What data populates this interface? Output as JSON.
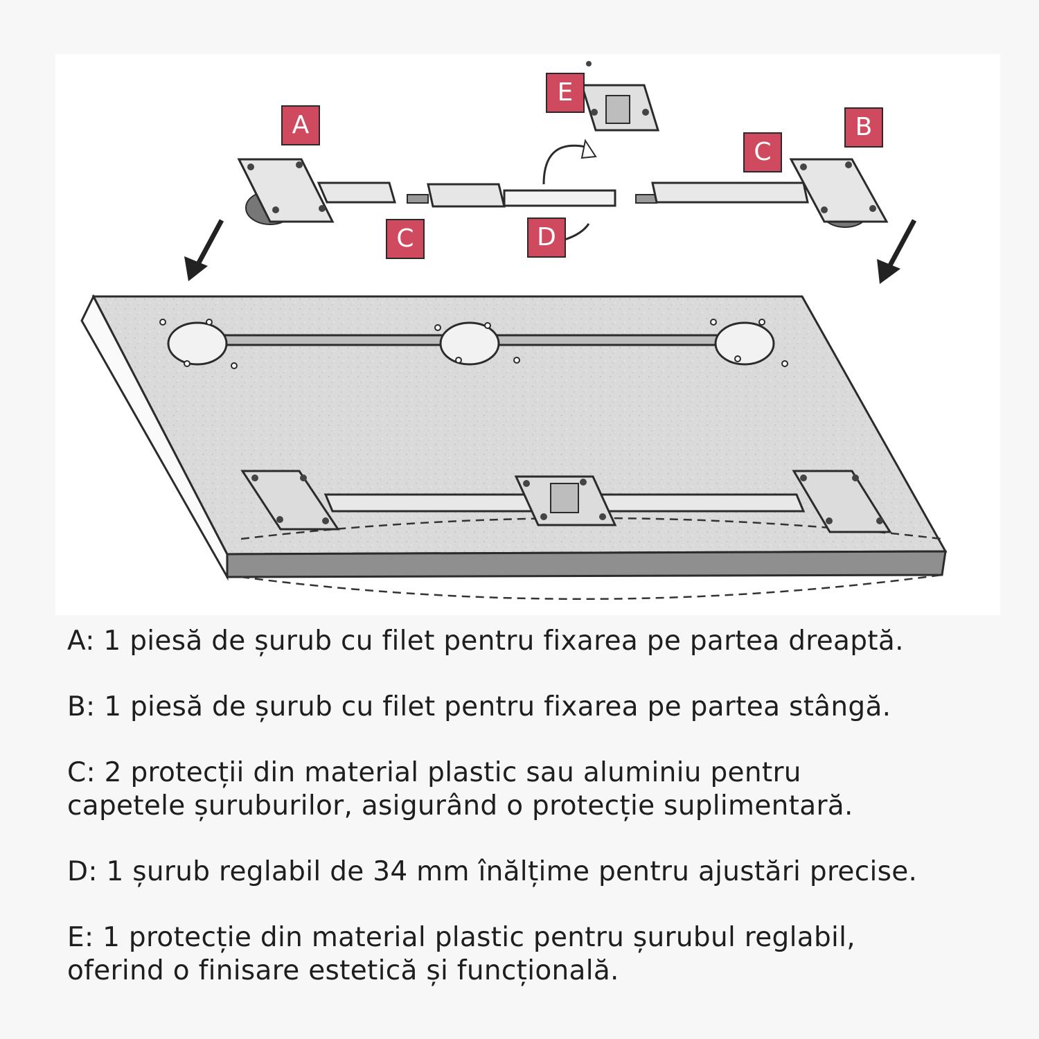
{
  "colors": {
    "callout_fill": "#d04a5f",
    "callout_border": "#2a2a2a",
    "board": "#d9d9d9",
    "line": "#2b2b2b",
    "text": "#1e1e1e"
  },
  "callouts": {
    "A": "A",
    "B": "B",
    "C_left": "C",
    "C_right": "C",
    "D": "D",
    "E": "E"
  },
  "legend": [
    {
      "id": "A",
      "text": "A: 1 piesă de șurub cu filet pentru fixarea pe partea dreaptă."
    },
    {
      "id": "B",
      "text": "B: 1 piesă de șurub cu filet pentru fixarea pe partea stângă."
    },
    {
      "id": "C",
      "text": "C: 2 protecții din material plastic sau aluminiu pentru\ncapetele șuruburilor, asigurând o protecție suplimentară."
    },
    {
      "id": "D",
      "text": "D: 1 șurub reglabil de 34 mm înălțime pentru ajustări precise."
    },
    {
      "id": "E",
      "text": "E: 1 protecție din material plastic pentru șurubul reglabil,\noferind o finisare estetică și funcțională."
    }
  ]
}
